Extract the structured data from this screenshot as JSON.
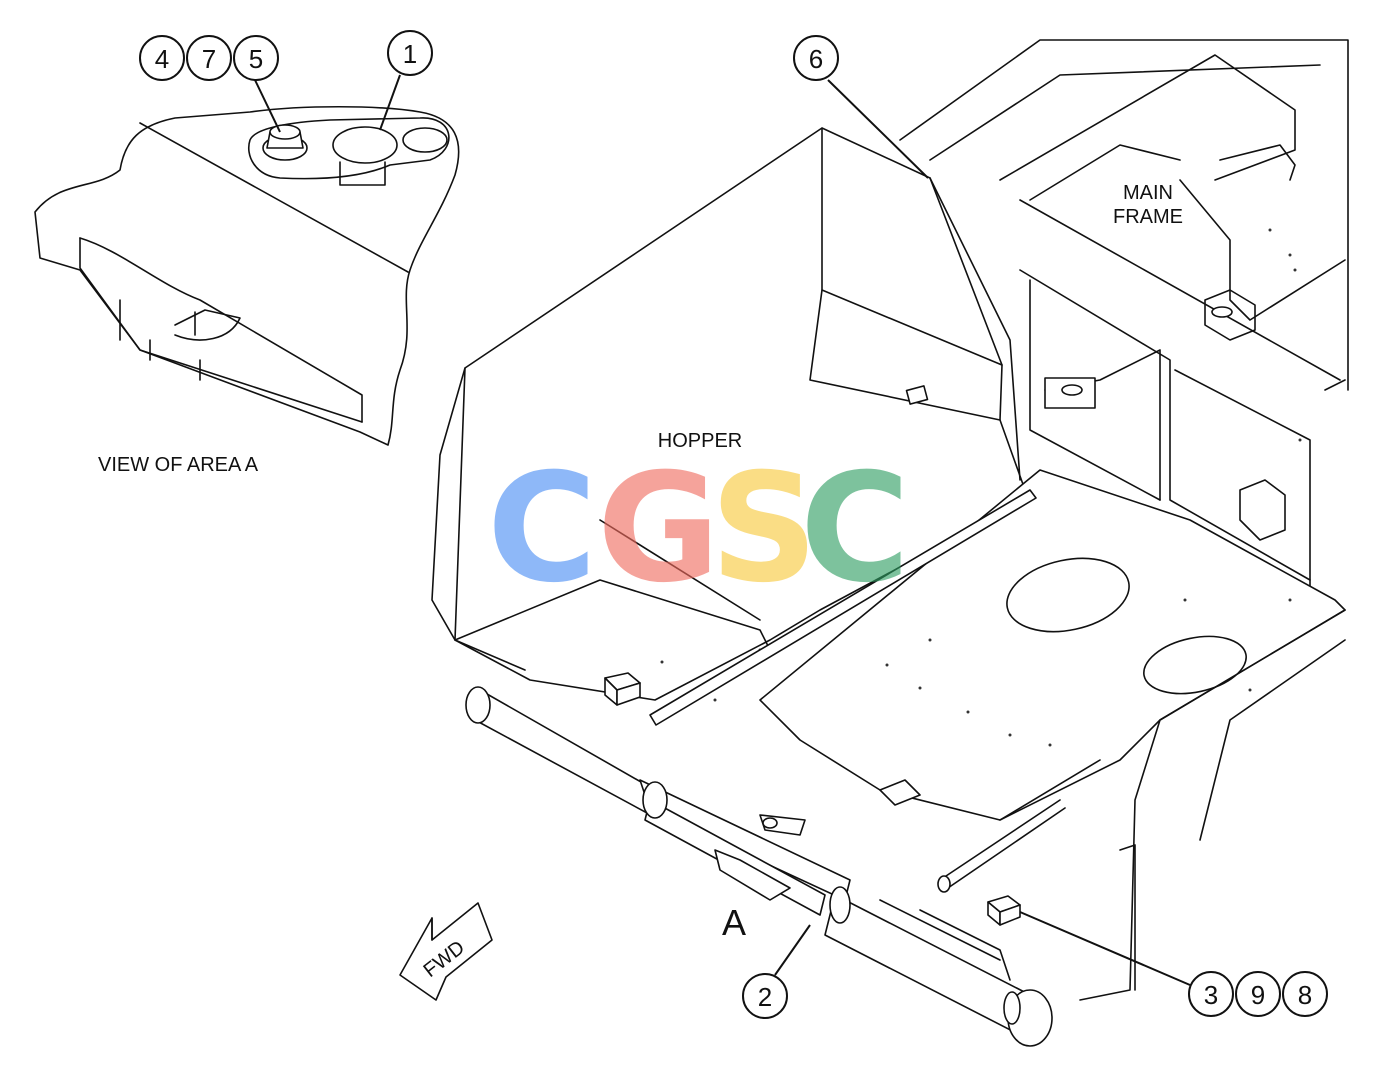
{
  "labels": {
    "view_of_area": "VIEW OF AREA A",
    "hopper": "HOPPER",
    "main_frame_line1": "MAIN",
    "main_frame_line2": "FRAME",
    "area_marker": "A",
    "fwd": "FWD"
  },
  "callouts": {
    "c1": "1",
    "c2": "2",
    "c3": "3",
    "c4": "4",
    "c5": "5",
    "c6": "6",
    "c7": "7",
    "c8": "8",
    "c9": "9"
  },
  "watermark": {
    "letters": [
      "C",
      "G",
      "S",
      "C"
    ],
    "colors": [
      "#4a8ef5",
      "#f06b5e",
      "#f7c93c",
      "#2f9e62"
    ]
  }
}
